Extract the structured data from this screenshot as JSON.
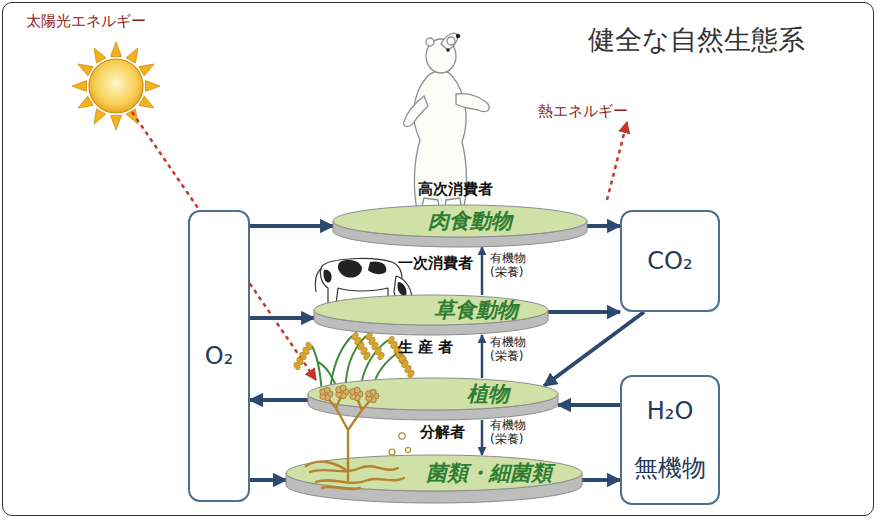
{
  "diagram": {
    "title": "健全な自然生態系",
    "nodes": [
      {
        "text": [
          "O₂"
        ]
      },
      {
        "text": [
          "肉食動物"
        ]
      },
      {
        "text": [
          "CO₂"
        ]
      },
      {
        "text": [
          "草食動物"
        ]
      },
      {
        "text": [
          "植物"
        ]
      },
      {
        "text": [
          "H₂O",
          "無機物"
        ]
      },
      {
        "text": [
          "菌類・細菌類"
        ]
      }
    ],
    "edges": [
      {
        "from": 0,
        "to": 1,
        "arrow": "to"
      },
      {
        "from": 1,
        "to": 2,
        "arrow": "to"
      },
      {
        "from": 3,
        "to": 1,
        "arrow": "to",
        "label": "有機物 (栄養)"
      },
      {
        "from": 0,
        "to": 3,
        "arrow": "to"
      },
      {
        "from": 3,
        "to": 2,
        "arrow": "to"
      },
      {
        "from": 2,
        "to": 4,
        "arrow": "to"
      },
      {
        "from": 4,
        "to": 3,
        "arrow": "to",
        "label": "有機物 (栄養)"
      },
      {
        "from": 4,
        "to": 0,
        "arrow": "to"
      },
      {
        "from": 5,
        "to": 4,
        "arrow": "to"
      },
      {
        "from": 4,
        "to": 6,
        "arrow": "to",
        "label": "有機物 (栄養)"
      },
      {
        "from": 0,
        "to": 6,
        "arrow": "to"
      },
      {
        "from": 6,
        "to": 5,
        "arrow": "to"
      }
    ],
    "labels": [
      "太陽光エネルギー",
      "熱エネルギー",
      "高次消費者",
      "一次消費者",
      "生 産 者",
      "分解者"
    ]
  }
}
